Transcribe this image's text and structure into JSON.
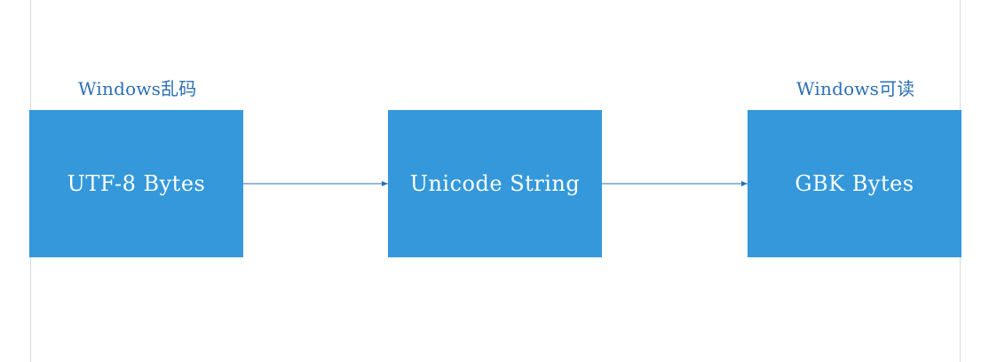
{
  "diagram": {
    "captions": {
      "left": "Windows乱码",
      "right": "Windows可读"
    },
    "nodes": [
      {
        "label": "UTF-8 Bytes"
      },
      {
        "label": "Unicode String"
      },
      {
        "label": "GBK Bytes"
      }
    ],
    "colors": {
      "box_fill": "#3498db",
      "box_text": "#ffffff",
      "caption_text": "#2c6fb5",
      "arrow": "#2c6fb5",
      "frame_line": "#d9d9d9"
    }
  }
}
